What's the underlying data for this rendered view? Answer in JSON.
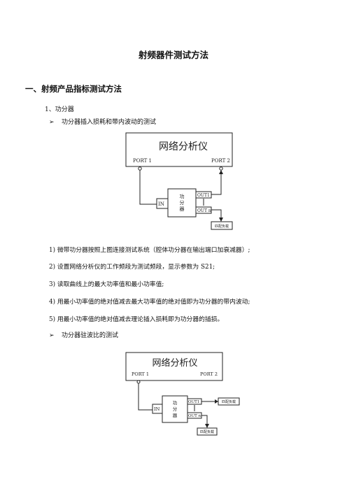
{
  "doc": {
    "title": "射频器件测试方法",
    "section_heading": "一、射频产品指标测试方法",
    "subsection": "1、功分器",
    "bullet1": "功分器插入损耗和带内波动的测试",
    "steps": [
      "1)  微带功分器按照上图连接测试系统（腔体功分器在输出端口加衰减器）;",
      "2)  设置网络分析仪的工作频段为测试频段，显示参数为 S21;",
      "3)  读取曲线上的最大功率值和最小功率值;",
      "4)  用最小功率值的绝对值减去最大功率值的绝对值即为功分器的带内波动;",
      "5)  用最小功率值的绝对值减去理论插入损耗即为功分器的插损。"
    ],
    "bullet2": "功分器驻波比的测试",
    "bullet_icon": "arrow-right-icon"
  },
  "diagram1": {
    "analyzer_label": "网络分析仪",
    "port1": "PORT 1",
    "port2": "PORT 2",
    "in_label": "IN",
    "splitter_label": [
      "功",
      "分",
      "器"
    ],
    "out1": "OUT1",
    "outn": "OUT n",
    "load_label": "匹配负载"
  },
  "diagram2": {
    "analyzer_label": "网络分析仪",
    "port1": "PORT 1",
    "port2": "PORT 2",
    "in_label": "IN",
    "splitter_label": [
      "功",
      "分",
      "器"
    ],
    "out1": "OUT1",
    "outn": "OUT n",
    "load1_label": "匹配负载",
    "load2_label": "匹配负载"
  }
}
